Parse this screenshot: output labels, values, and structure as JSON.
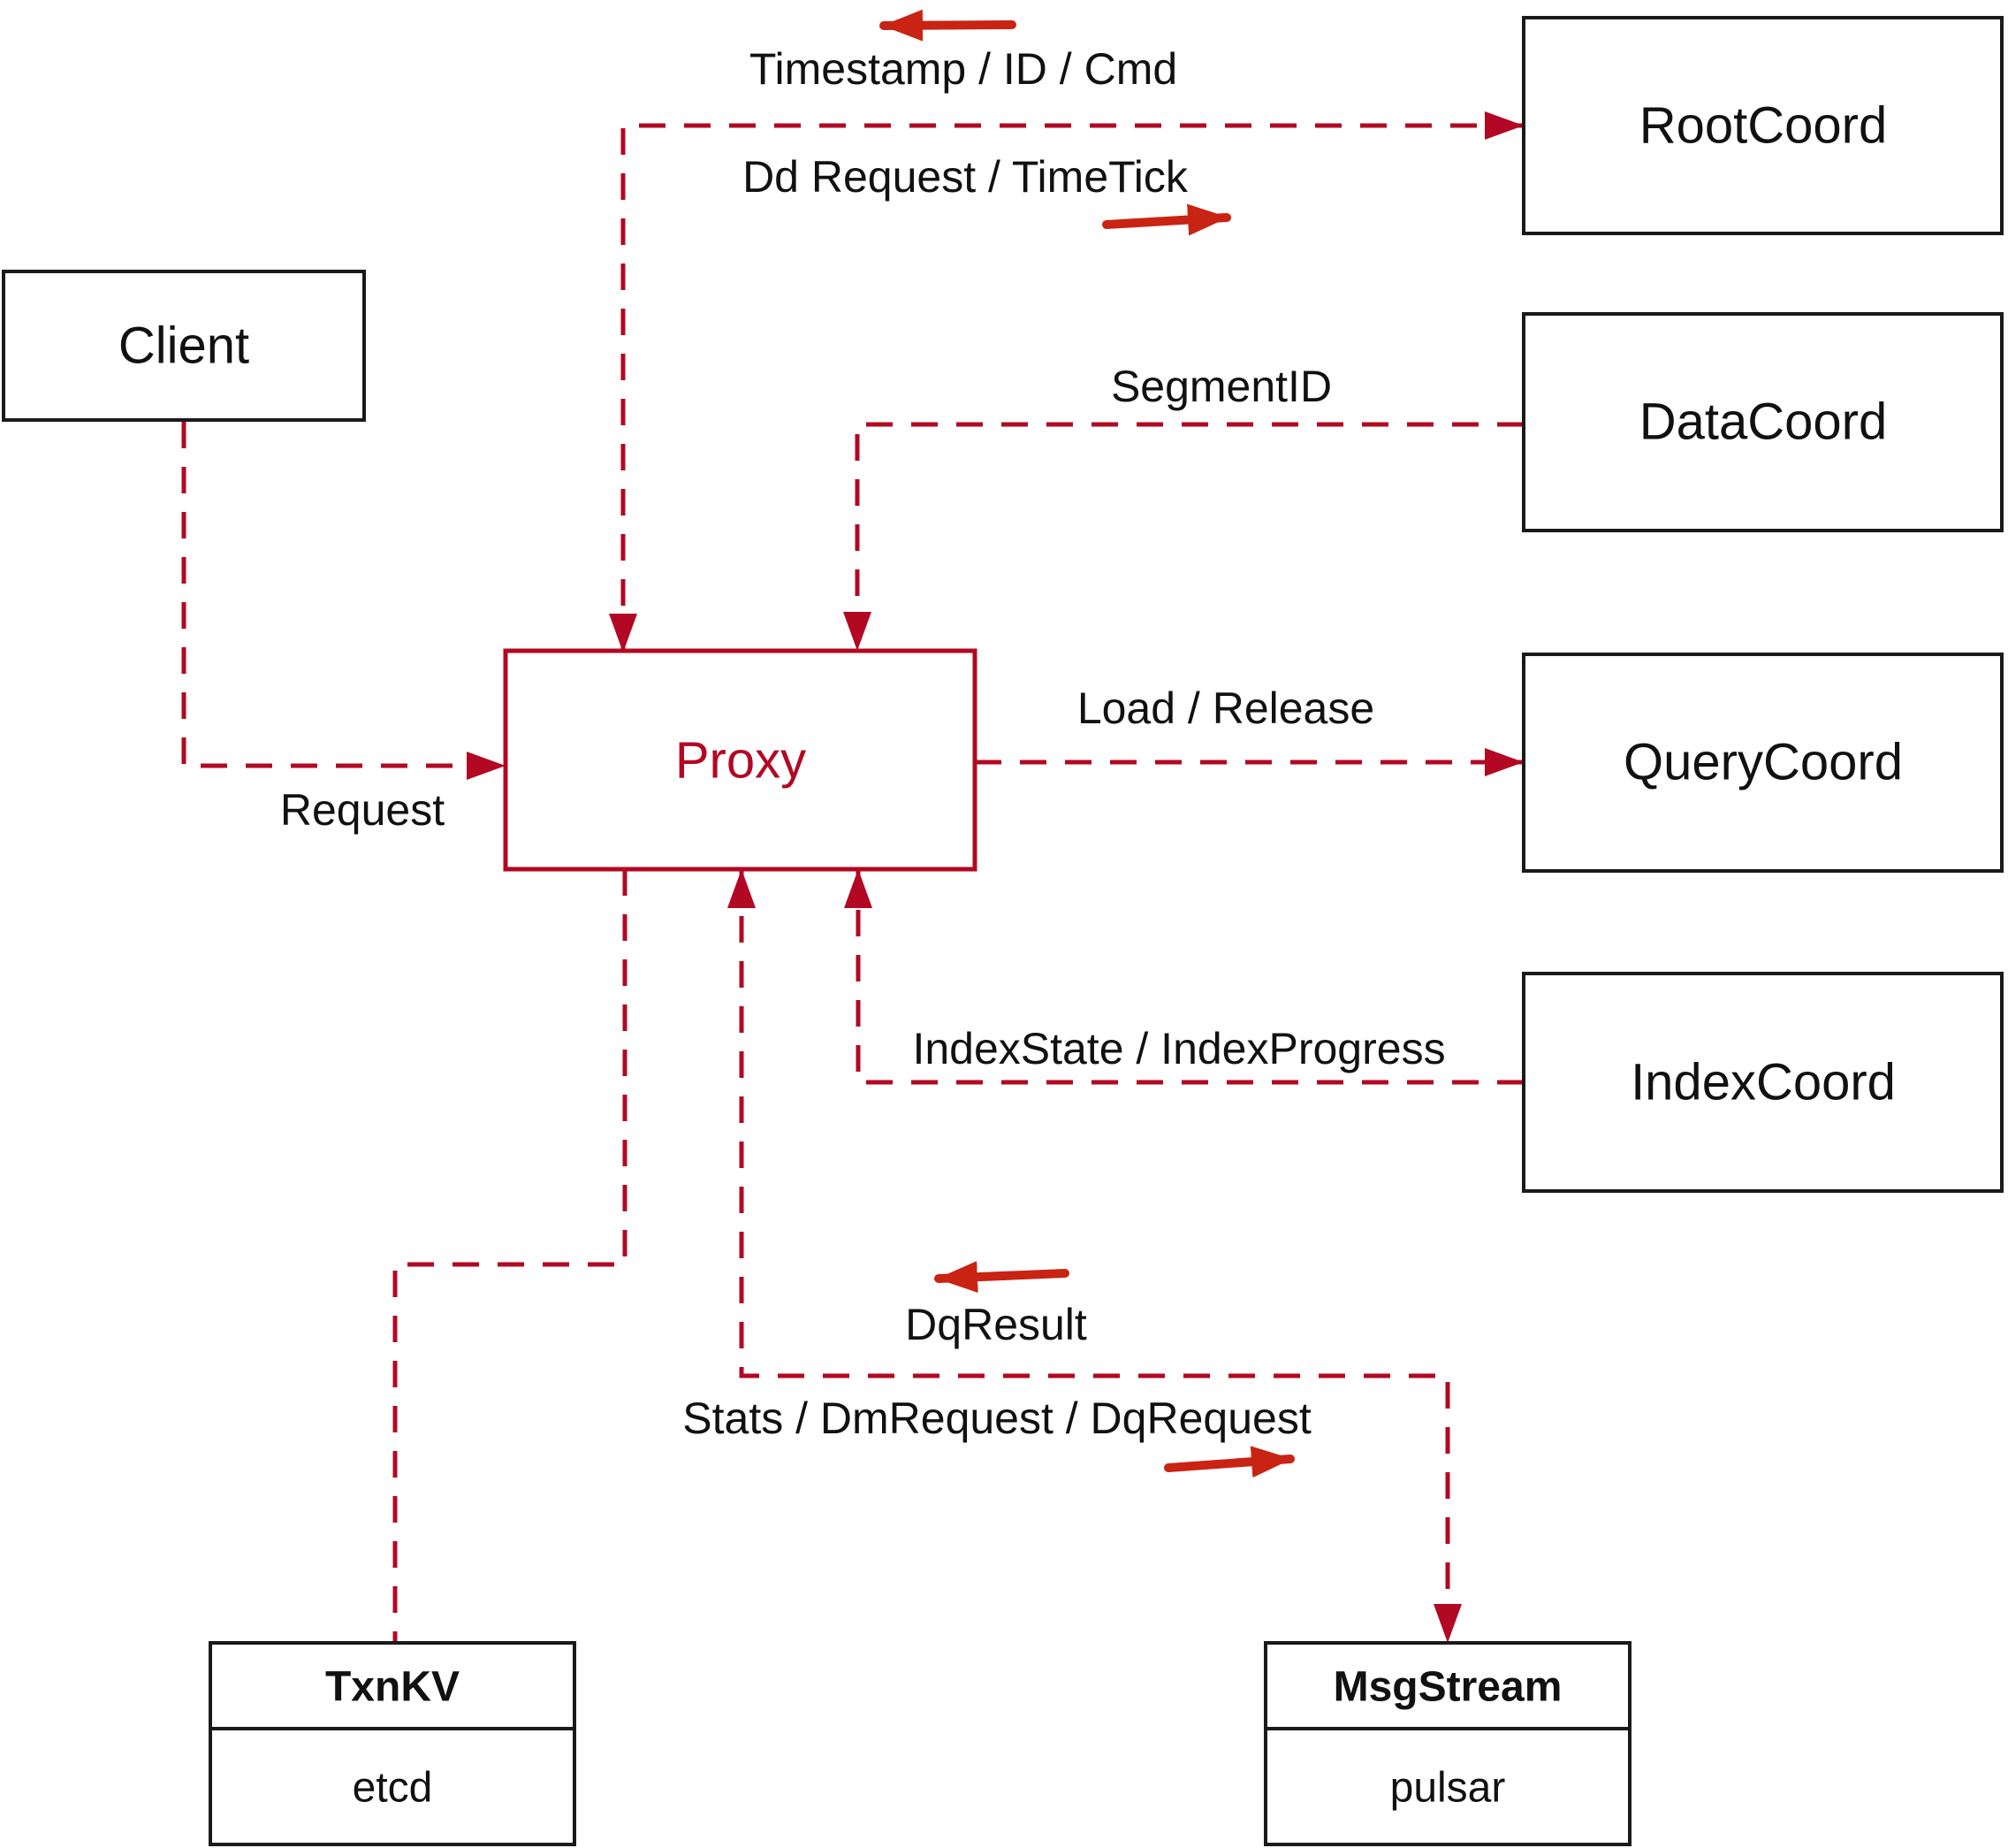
{
  "diagram": {
    "nodes": {
      "client": {
        "label": "Client"
      },
      "proxy": {
        "label": "Proxy"
      },
      "root_coord": {
        "label": "RootCoord"
      },
      "data_coord": {
        "label": "DataCoord"
      },
      "query_coord": {
        "label": "QueryCoord"
      },
      "index_coord": {
        "label": "IndexCoord"
      },
      "txn_kv": {
        "title": "TxnKV",
        "impl": "etcd"
      },
      "msg_stream": {
        "title": "MsgStream",
        "impl": "pulsar"
      }
    },
    "edge_labels": {
      "timestamp_id_cmd": "Timestamp / ID / Cmd",
      "dd_request_timetick": "Dd Request / TimeTick",
      "segment_id": "SegmentID",
      "request": "Request",
      "load_release": "Load / Release",
      "index_state": "IndexState / IndexProgress",
      "dq_result": "DqResult",
      "stats_dm_dq": "Stats / DmRequest / DqRequest"
    },
    "icons": {
      "arrow_left_top": "left-arrow",
      "arrow_right_top": "right-arrow",
      "arrow_left_mid": "left-arrow",
      "arrow_right_mid": "right-arrow"
    },
    "colors": {
      "crimson_line": "#b20823",
      "bright_arrow": "#c92313",
      "box_border": "#1a1a1a",
      "text": "#111111",
      "background": "#ffffff"
    }
  }
}
